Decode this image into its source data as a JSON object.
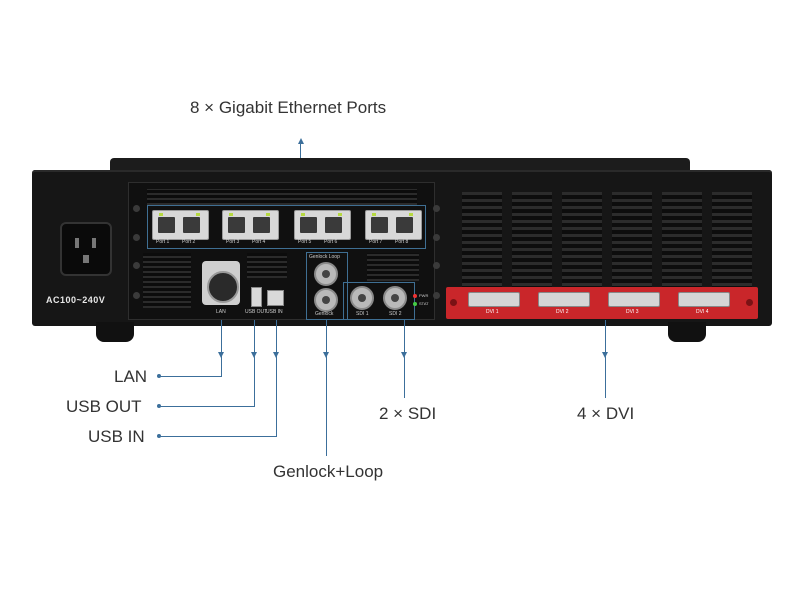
{
  "callouts": {
    "ethernet": "8 × Gigabit Ethernet Ports",
    "lan": "LAN",
    "usb_out": "USB OUT",
    "usb_in": "USB IN",
    "genlock": "Genlock+Loop",
    "sdi": "2 × SDI",
    "dvi": "4 × DVI"
  },
  "device": {
    "power_label": "AC100~240V",
    "ports": [
      "Port 1",
      "Port 2",
      "Port 3",
      "Port 4",
      "Port 5",
      "Port 6",
      "Port 7",
      "Port 8"
    ],
    "lan_label": "LAN",
    "usb_out_label": "USB OUT",
    "usb_in_label": "USB IN",
    "genlock_loop_label": "Genlock Loop",
    "genlock_label": "Genlock",
    "sdi_labels": [
      "SDI 1",
      "SDI 2"
    ],
    "led_labels": [
      "PWR",
      "STAT"
    ],
    "dvi_labels": [
      "DVI 1",
      "DVI 2",
      "DVI 3",
      "DVI 4"
    ]
  },
  "colors": {
    "accent_line": "#3c6f9b",
    "dvi_panel": "#c9262a",
    "chassis": "#161616"
  }
}
